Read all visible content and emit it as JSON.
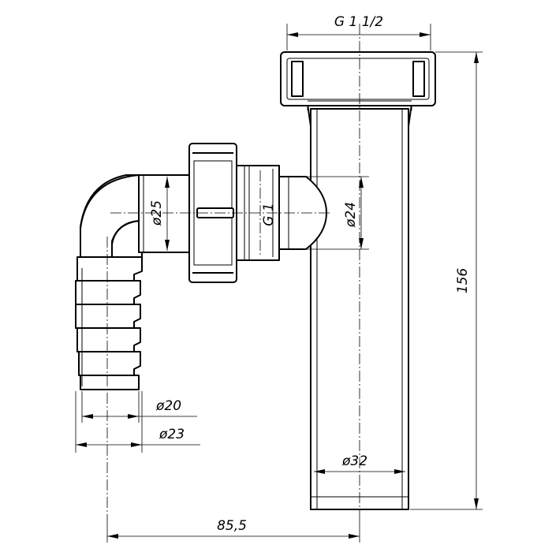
{
  "drawing": {
    "dimensions": {
      "thread_top": "G 1 1/2",
      "height": "156",
      "dia_25": "ø25",
      "thread_g1": "G 1",
      "dia_24": "ø24",
      "dia_20": "ø20",
      "dia_23": "ø23",
      "dia_32": "ø32",
      "offset": "85,5"
    }
  }
}
